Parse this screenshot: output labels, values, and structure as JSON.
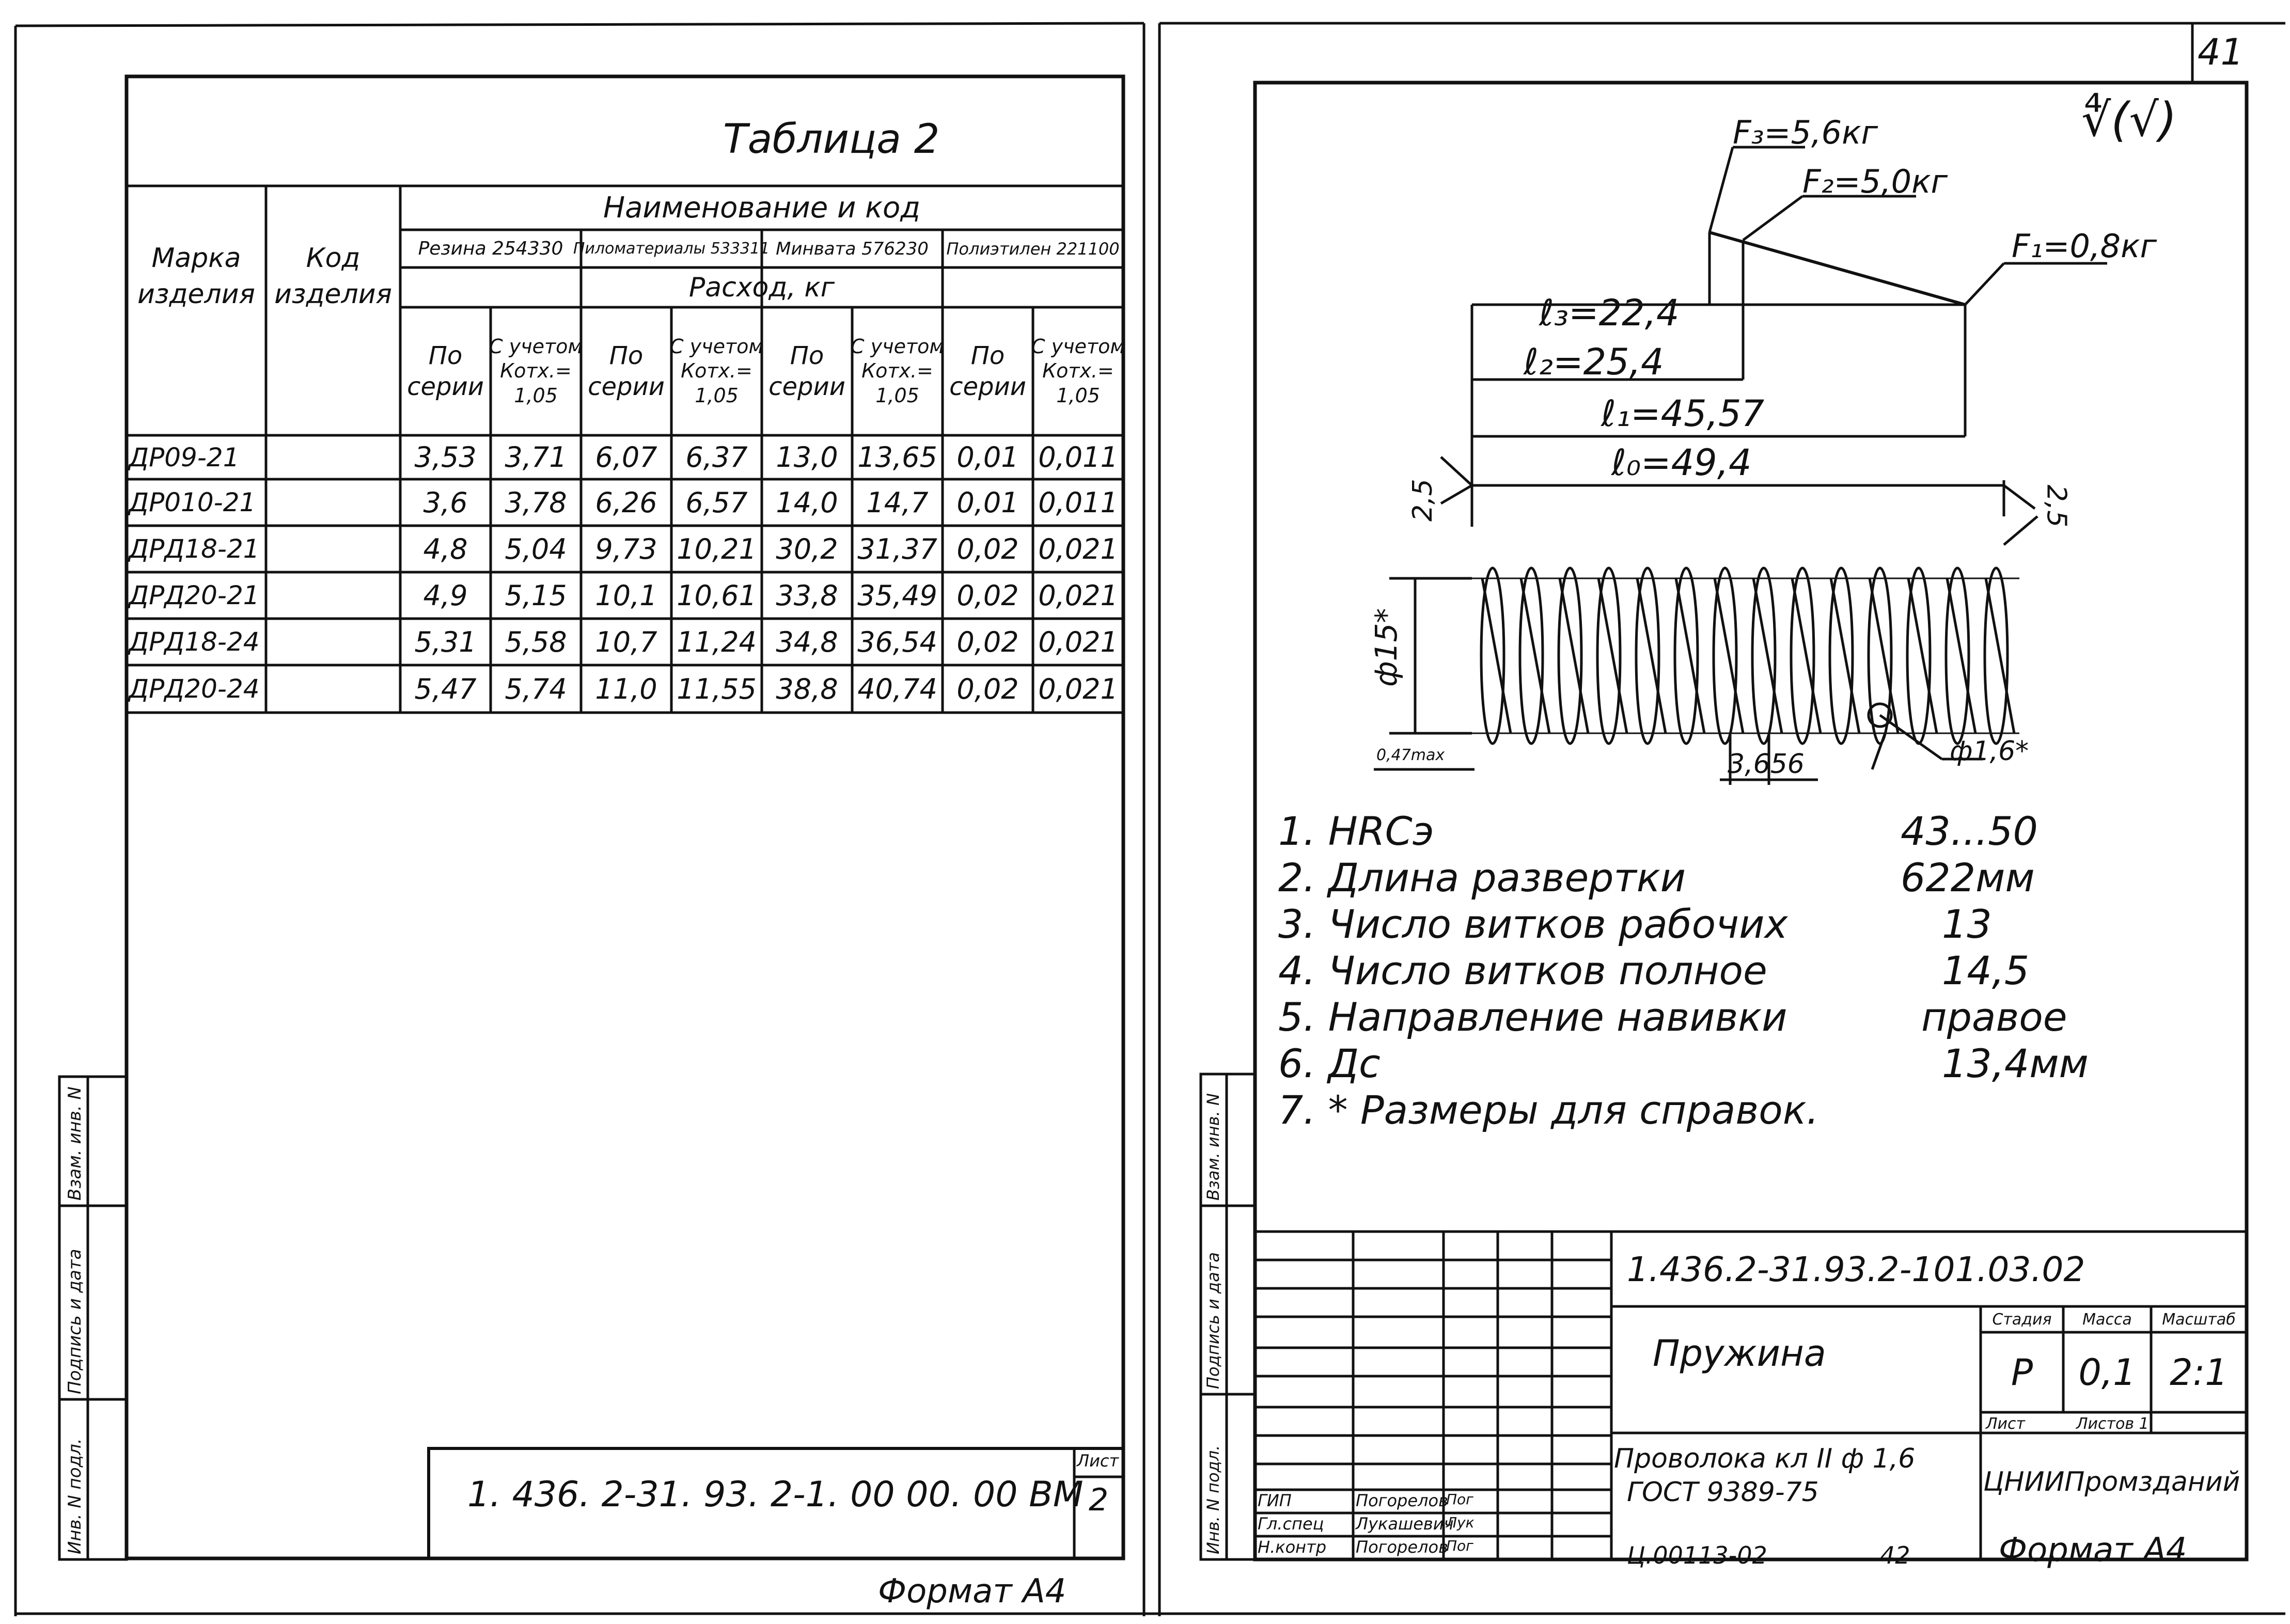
{
  "page_number": "41",
  "left_sheet": {
    "table_title": "Таблица 2",
    "headers": {
      "mark": [
        "Марка",
        "изделия"
      ],
      "code": [
        "Код",
        "изделия"
      ],
      "naming": "Наименование и код",
      "consumption": "Расход, кг",
      "materials": [
        "Резина 254330",
        "Пиломатериалы 533311",
        "Минвата 576230",
        "Полиэтилен 221100"
      ],
      "sub_series": [
        "По",
        "серии"
      ],
      "sub_factor": [
        "С учетом",
        "Котх.=",
        "1,05"
      ]
    },
    "rows": [
      {
        "mark": "ДР09-21",
        "vals": [
          "3,53",
          "3,71",
          "6,07",
          "6,37",
          "13,0",
          "13,65",
          "0,01",
          "0,011"
        ]
      },
      {
        "mark": "ДР010-21",
        "vals": [
          "3,6",
          "3,78",
          "6,26",
          "6,57",
          "14,0",
          "14,7",
          "0,01",
          "0,011"
        ]
      },
      {
        "mark": "ДРД18-21",
        "vals": [
          "4,8",
          "5,04",
          "9,73",
          "10,21",
          "30,2",
          "31,37",
          "0,02",
          "0,021"
        ]
      },
      {
        "mark": "ДРД20-21",
        "vals": [
          "4,9",
          "5,15",
          "10,1",
          "10,61",
          "33,8",
          "35,49",
          "0,02",
          "0,021"
        ]
      },
      {
        "mark": "ДРД18-24",
        "vals": [
          "5,31",
          "5,58",
          "10,7",
          "11,24",
          "34,8",
          "36,54",
          "0,02",
          "0,021"
        ]
      },
      {
        "mark": "ДРД20-24",
        "vals": [
          "5,47",
          "5,74",
          "11,0",
          "11,55",
          "38,8",
          "40,74",
          "0,02",
          "0,021"
        ]
      }
    ],
    "side_labels": [
      "Инв. N подл.",
      "Подпись и дата",
      "Взам. инв. N"
    ],
    "stamp_code": "1. 436. 2-31. 93. 2-1. 00 00. 00 ВМ",
    "sheet_label": "Лист",
    "sheet_num": "2",
    "format": "Формат А4"
  },
  "right_sheet": {
    "roughness": "∜(√)",
    "forces": [
      "F₃=5,6кг",
      "F₂=5,0кг",
      "F₁=0,8кг"
    ],
    "lengths": [
      "ℓ₃=22,4",
      "ℓ₂=25,4",
      "ℓ₁=45,57",
      "ℓ₀=49,4"
    ],
    "dims": {
      "left_tilt": "2,5",
      "right_tilt": "2,5",
      "diameter": "ф15*",
      "pitch": "3,656",
      "wire": "ф1,6*",
      "tol": "0,47max"
    },
    "spec_items": [
      {
        "label": "1. HRCэ",
        "value": "43...50"
      },
      {
        "label": "2. Длина развертки",
        "value": "622мм"
      },
      {
        "label": "3. Число витков рабочих",
        "value": "13"
      },
      {
        "label": "4. Число витков полное",
        "value": "14,5"
      },
      {
        "label": "5. Направление навивки",
        "value": "правое"
      },
      {
        "label": "6. Дс",
        "value": "13,4мм"
      },
      {
        "label": "7. * Размеры для справок.",
        "value": ""
      }
    ],
    "side_labels": [
      "Инв. N подл.",
      "Подпись и дата",
      "Взам. инв. N"
    ],
    "stamp": {
      "code": "1.436.2-31.93.2-101.03.02",
      "name": "Пружина",
      "stage_h": "Стадия",
      "mass_h": "Масса",
      "scale_h": "Масштаб",
      "stage": "Р",
      "mass": "0,1",
      "scale": "2:1",
      "sheet_h": "Лист",
      "sheets_h": "Листов 1",
      "material": [
        "Проволока кл II ф 1,6",
        "ГОСТ 9389-75"
      ],
      "org": "ЦНИИПромзданий",
      "people": [
        [
          "ГИП",
          "Погорелов",
          "Пог"
        ],
        [
          "Гл.спец",
          "Лукашевич",
          "Лук"
        ],
        [
          "Н.контр",
          "Погорелов",
          "Пог"
        ]
      ]
    },
    "bottom_code": "Ц.00113-02",
    "bottom_num": "42",
    "format": "Формат А4"
  }
}
